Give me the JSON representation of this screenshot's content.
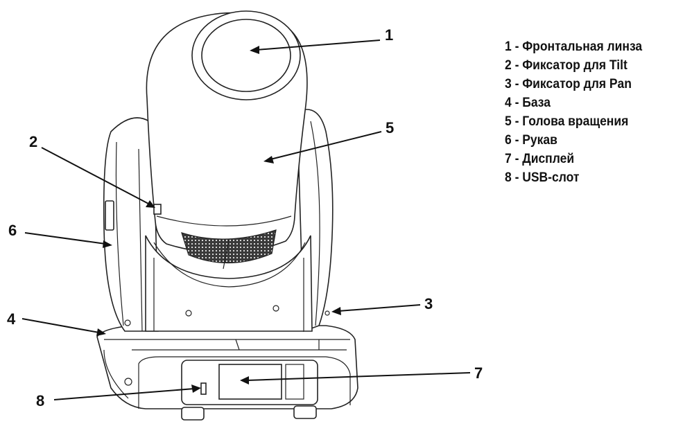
{
  "callouts": [
    "1",
    "2",
    "3",
    "4",
    "5",
    "6",
    "7",
    "8"
  ],
  "legend": [
    "1 - Фронтальная линза",
    "2 - Фиксатор для Tilt",
    "3 - Фиксатор для Pan",
    "4 - База",
    "5 - Голова вращения",
    "6 - Рукав",
    "7 - Дисплей",
    "8 - USB-слот"
  ]
}
